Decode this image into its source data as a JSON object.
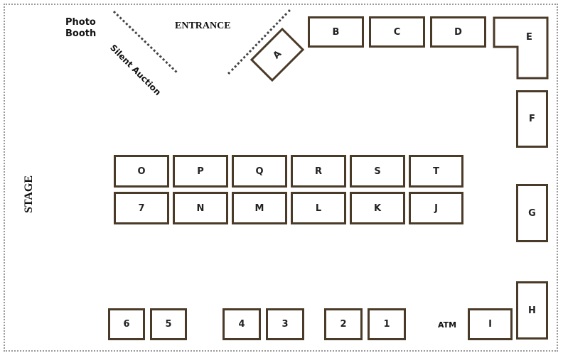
{
  "labels": {
    "photo_booth_line1": "Photo",
    "photo_booth_line2": "Booth",
    "entrance": "ENTRANCE",
    "silent_auction": "Silent Auction",
    "stage": "STAGE",
    "atm": "ATM"
  },
  "booths": {
    "A": "A",
    "B": "B",
    "C": "C",
    "D": "D",
    "E": "E",
    "F": "F",
    "G": "G",
    "H": "H",
    "I": "I",
    "J": "J",
    "K": "K",
    "L": "L",
    "M": "M",
    "N": "N",
    "O": "O",
    "P": "P",
    "Q": "Q",
    "R": "R",
    "S": "S",
    "T": "T",
    "n1": "1",
    "n2": "2",
    "n3": "3",
    "n4": "4",
    "n5": "5",
    "n6": "6",
    "n7": "7"
  },
  "colors": {
    "booth_border": "#4a3a28",
    "frame_border": "#9a9a9a"
  }
}
